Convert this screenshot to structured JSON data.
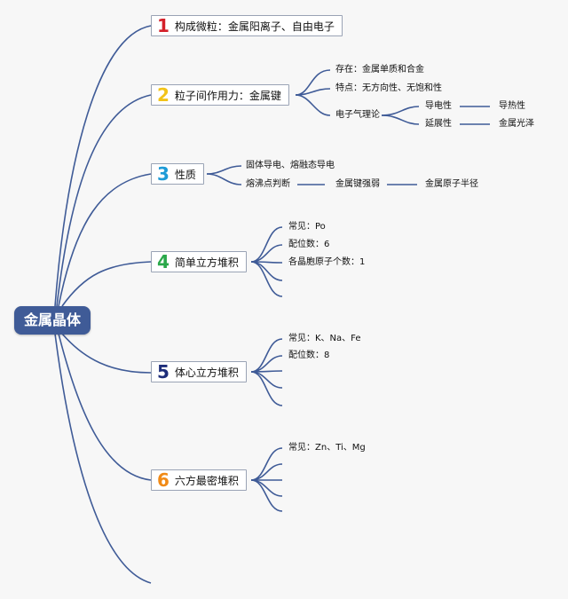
{
  "root": {
    "label": "金属晶体"
  },
  "branches": [
    {
      "num": "1",
      "label": "构成微粒：金属阳离子、自由电子",
      "color": "#d4202a"
    },
    {
      "num": "2",
      "label": "粒子间作用力：金属键",
      "color": "#f2c318",
      "children": [
        {
          "label": "存在：金属单质和合金"
        },
        {
          "label": "特点：无方向性、无饱和性"
        },
        {
          "label": "电子气理论",
          "children": [
            {
              "label": "导电性",
              "next": "导热性"
            },
            {
              "label": "延展性",
              "next": "金属光泽"
            }
          ]
        }
      ]
    },
    {
      "num": "3",
      "label": "性质",
      "color": "#1e9bd7",
      "children": [
        {
          "label": "固体导电、熔融态导电"
        },
        {
          "label": "熔沸点判断",
          "chain": [
            "金属键强弱",
            "金属原子半径"
          ]
        }
      ]
    },
    {
      "num": "4",
      "label": "简单立方堆积",
      "color": "#2aa84a",
      "children": [
        "常见：Po",
        "配位数：6",
        "各晶胞原子个数：1",
        "",
        ""
      ]
    },
    {
      "num": "5",
      "label": "体心立方堆积",
      "color": "#1d2d7a",
      "children": [
        "常见：K、Na、Fe",
        "配位数：8",
        "",
        "",
        ""
      ]
    },
    {
      "num": "6",
      "label": "六方最密堆积",
      "color": "#f08a17",
      "children": [
        "常见：Zn、Ti、Mg",
        "",
        "",
        "",
        ""
      ]
    }
  ],
  "line_color": "#3f5b97"
}
